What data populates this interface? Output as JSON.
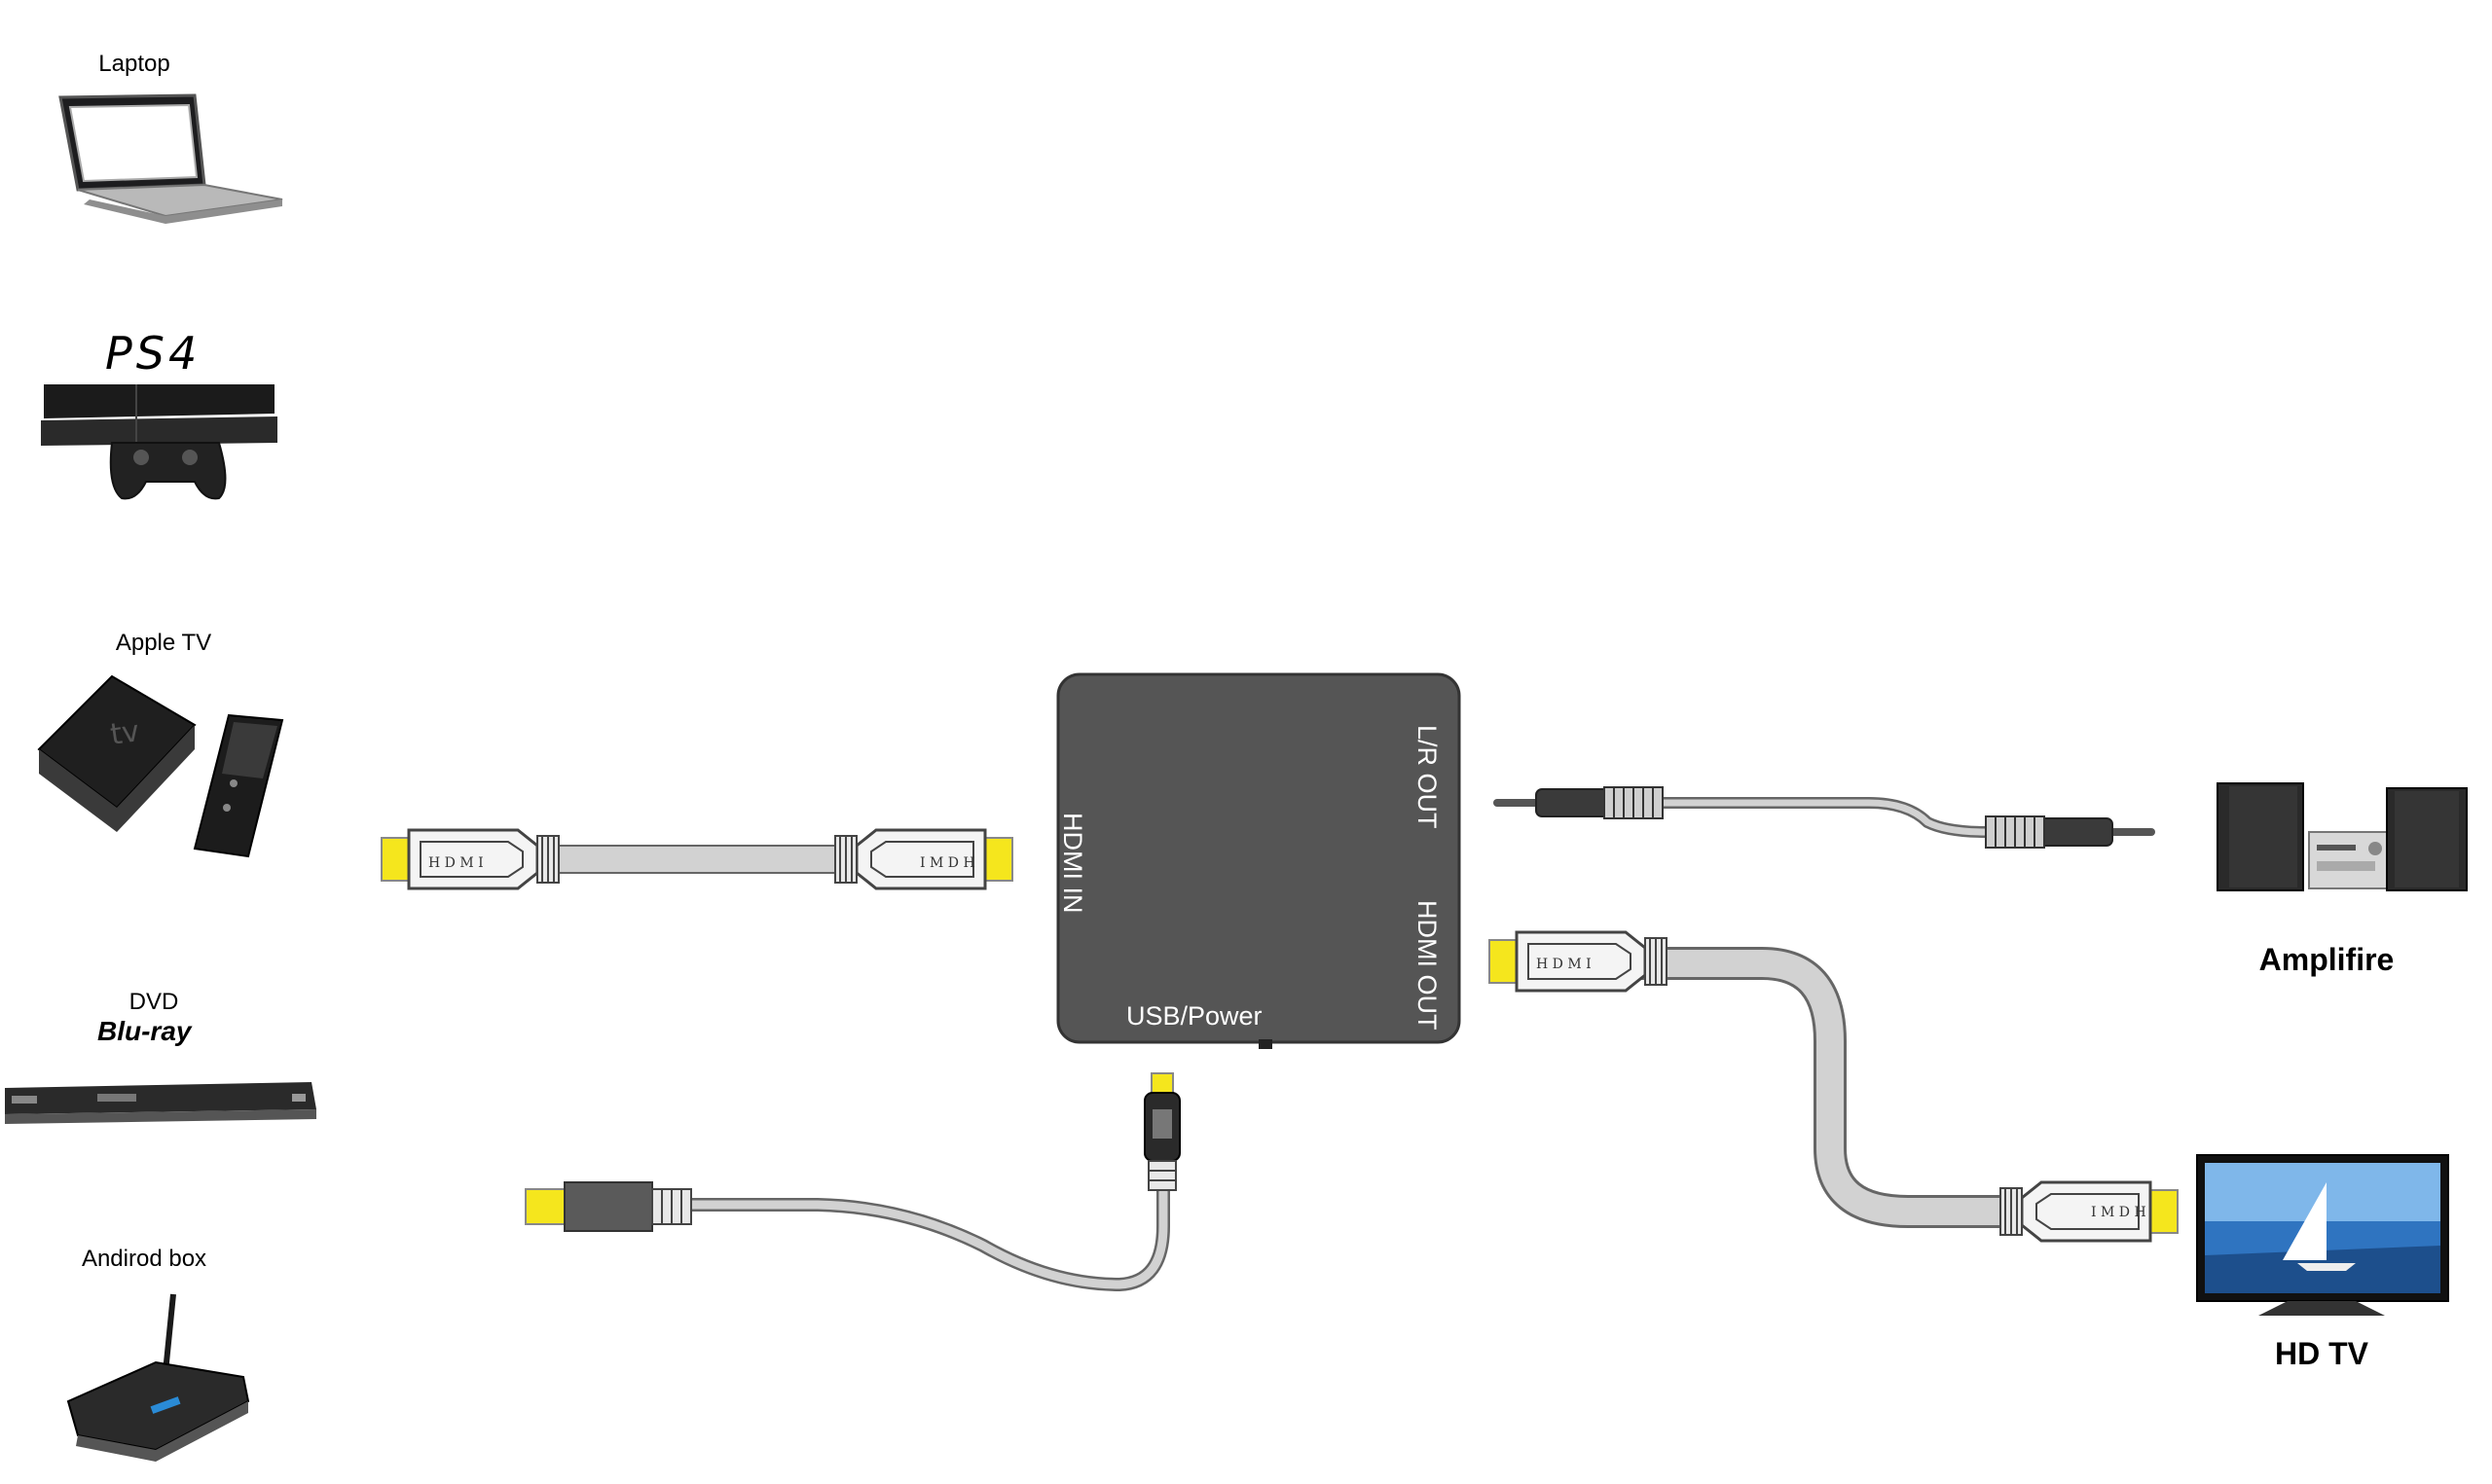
{
  "sources": {
    "laptop": "Laptop",
    "ps4": "PS4",
    "apple_tv": "Apple TV",
    "dvd": "DVD",
    "bluray": "Blu-ray",
    "android_box": "Andirod box"
  },
  "device_ports": {
    "hdmi_in": "HDMI IN",
    "lr_out": "L/R OUT",
    "hdmi_out": "HDMI OUT",
    "usb_power": "USB/Power"
  },
  "destinations": {
    "amplifier": "Amplifire",
    "hdtv": "HD TV"
  },
  "connector_text": "HDMI",
  "colors": {
    "device_body": "#555555",
    "connector_tip": "#f5e61d",
    "cable": "#d2d2d2"
  }
}
